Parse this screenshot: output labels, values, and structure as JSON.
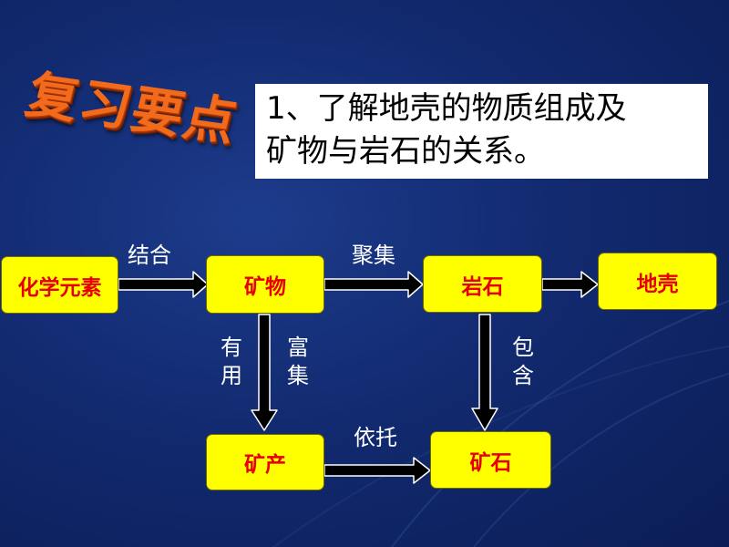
{
  "title": "复习要点",
  "heading": {
    "line1": "1、了解地壳的物质组成及",
    "line2": "矿物与岩石的关系。"
  },
  "nodes": {
    "element": "化学元素",
    "mineral": "矿物",
    "rock": "岩石",
    "crust": "地壳",
    "mineral_resource": "矿产",
    "ore": "矿石"
  },
  "edges": {
    "combine": "结合",
    "gather": "聚集",
    "useful": [
      "有",
      "用"
    ],
    "enrich": [
      "富",
      "集"
    ],
    "contain": [
      "包",
      "含"
    ],
    "rely": "依托"
  },
  "colors": {
    "node_fill": "#ffff00",
    "node_text": "#e60000",
    "arrow": "#000000",
    "title": "#f26a1b"
  }
}
